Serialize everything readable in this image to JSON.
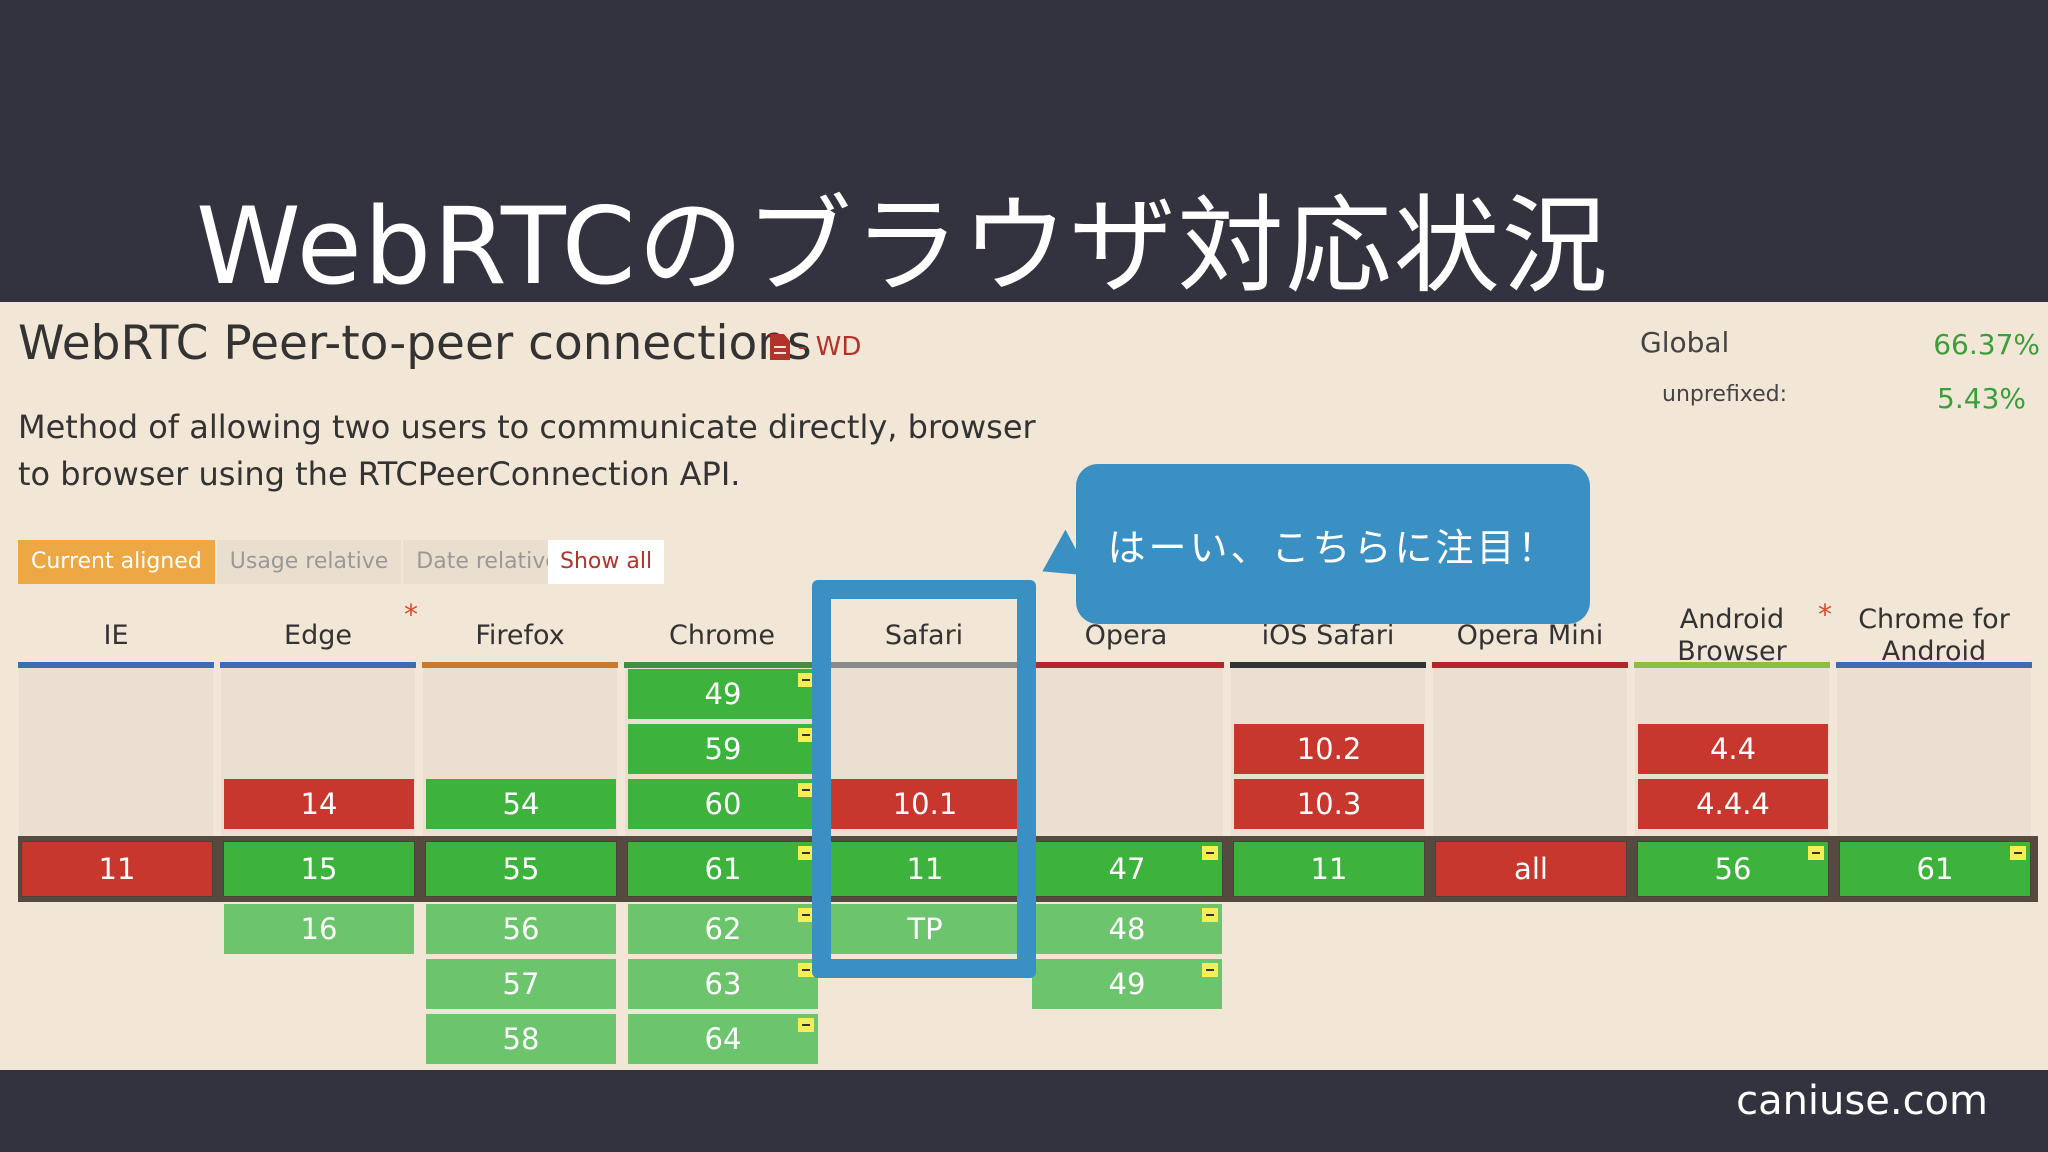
{
  "slide": {
    "title": "WebRTCのブラウザ対応状況",
    "source": "caniuse.com"
  },
  "feature": {
    "title": "WebRTC Peer-to-peer connections",
    "spec": "- WD",
    "description": "Method of allowing two users to communicate directly, browser to browser using the RTCPeerConnection API."
  },
  "usage": {
    "global_label": "Global",
    "global_value": "66.37%",
    "unprefixed_label": "unprefixed:",
    "unprefixed_value": "5.43%"
  },
  "tabs": [
    {
      "label": "Current aligned",
      "active": true
    },
    {
      "label": "Usage relative",
      "active": false
    },
    {
      "label": "Date relative",
      "active": false
    }
  ],
  "show_all": "Show all",
  "callout": "はーい、こちらに注目！",
  "colors": {
    "supported": "#3db33d",
    "unsupported": "#c8372e",
    "future": "#6cc46c",
    "highlight": "#3a8fc3"
  },
  "browsers": [
    {
      "name": "IE",
      "bar_color": "#3a6db3",
      "star": false
    },
    {
      "name": "Edge",
      "bar_color": "#3a6db3",
      "star": true
    },
    {
      "name": "Firefox",
      "bar_color": "#c9782c",
      "star": false
    },
    {
      "name": "Chrome",
      "bar_color": "#3f8f3f",
      "star": false
    },
    {
      "name": "Safari",
      "bar_color": "#8a8a8a",
      "star": false
    },
    {
      "name": "Opera",
      "bar_color": "#b3262b",
      "star": false
    },
    {
      "name": "iOS Safari",
      "bar_color": "#333333",
      "star": true
    },
    {
      "name": "Opera Mini",
      "bar_color": "#b3262b",
      "star": false
    },
    {
      "name": "Android Browser",
      "bar_color": "#8cbf3f",
      "star": true
    },
    {
      "name": "Chrome for Android",
      "bar_color": "#3a6db3",
      "star": false
    }
  ],
  "versions": [
    {
      "past": [],
      "current": {
        "v": "11",
        "s": "n"
      },
      "future": []
    },
    {
      "past": [
        {
          "v": "14",
          "s": "n"
        }
      ],
      "current": {
        "v": "15",
        "s": "y"
      },
      "future": [
        {
          "v": "16",
          "s": "yl"
        }
      ]
    },
    {
      "past": [
        {
          "v": "54",
          "s": "y"
        }
      ],
      "current": {
        "v": "55",
        "s": "y"
      },
      "future": [
        {
          "v": "56",
          "s": "yl"
        },
        {
          "v": "57",
          "s": "yl"
        },
        {
          "v": "58",
          "s": "yl"
        }
      ]
    },
    {
      "past": [
        {
          "v": "49",
          "s": "y",
          "note": true
        },
        {
          "v": "59",
          "s": "y",
          "note": true
        },
        {
          "v": "60",
          "s": "y",
          "note": true
        }
      ],
      "current": {
        "v": "61",
        "s": "y",
        "note": true
      },
      "future": [
        {
          "v": "62",
          "s": "yl",
          "note": true
        },
        {
          "v": "63",
          "s": "yl",
          "note": true
        },
        {
          "v": "64",
          "s": "yl",
          "note": true
        }
      ]
    },
    {
      "past": [
        {
          "v": "10.1",
          "s": "n"
        }
      ],
      "current": {
        "v": "11",
        "s": "y"
      },
      "future": [
        {
          "v": "TP",
          "s": "yl"
        }
      ]
    },
    {
      "past": [],
      "current": {
        "v": "47",
        "s": "y",
        "note": true
      },
      "future": [
        {
          "v": "48",
          "s": "yl",
          "note": true
        },
        {
          "v": "49",
          "s": "yl",
          "note": true
        }
      ]
    },
    {
      "past": [
        {
          "v": "10.2",
          "s": "n"
        },
        {
          "v": "10.3",
          "s": "n"
        }
      ],
      "current": {
        "v": "11",
        "s": "y"
      },
      "future": []
    },
    {
      "past": [],
      "current": {
        "v": "all",
        "s": "n"
      },
      "future": []
    },
    {
      "past": [
        {
          "v": "4.4",
          "s": "n"
        },
        {
          "v": "4.4.4",
          "s": "n"
        }
      ],
      "current": {
        "v": "56",
        "s": "y",
        "note": true
      },
      "future": []
    },
    {
      "past": [],
      "current": {
        "v": "61",
        "s": "y",
        "note": true
      },
      "future": []
    }
  ]
}
